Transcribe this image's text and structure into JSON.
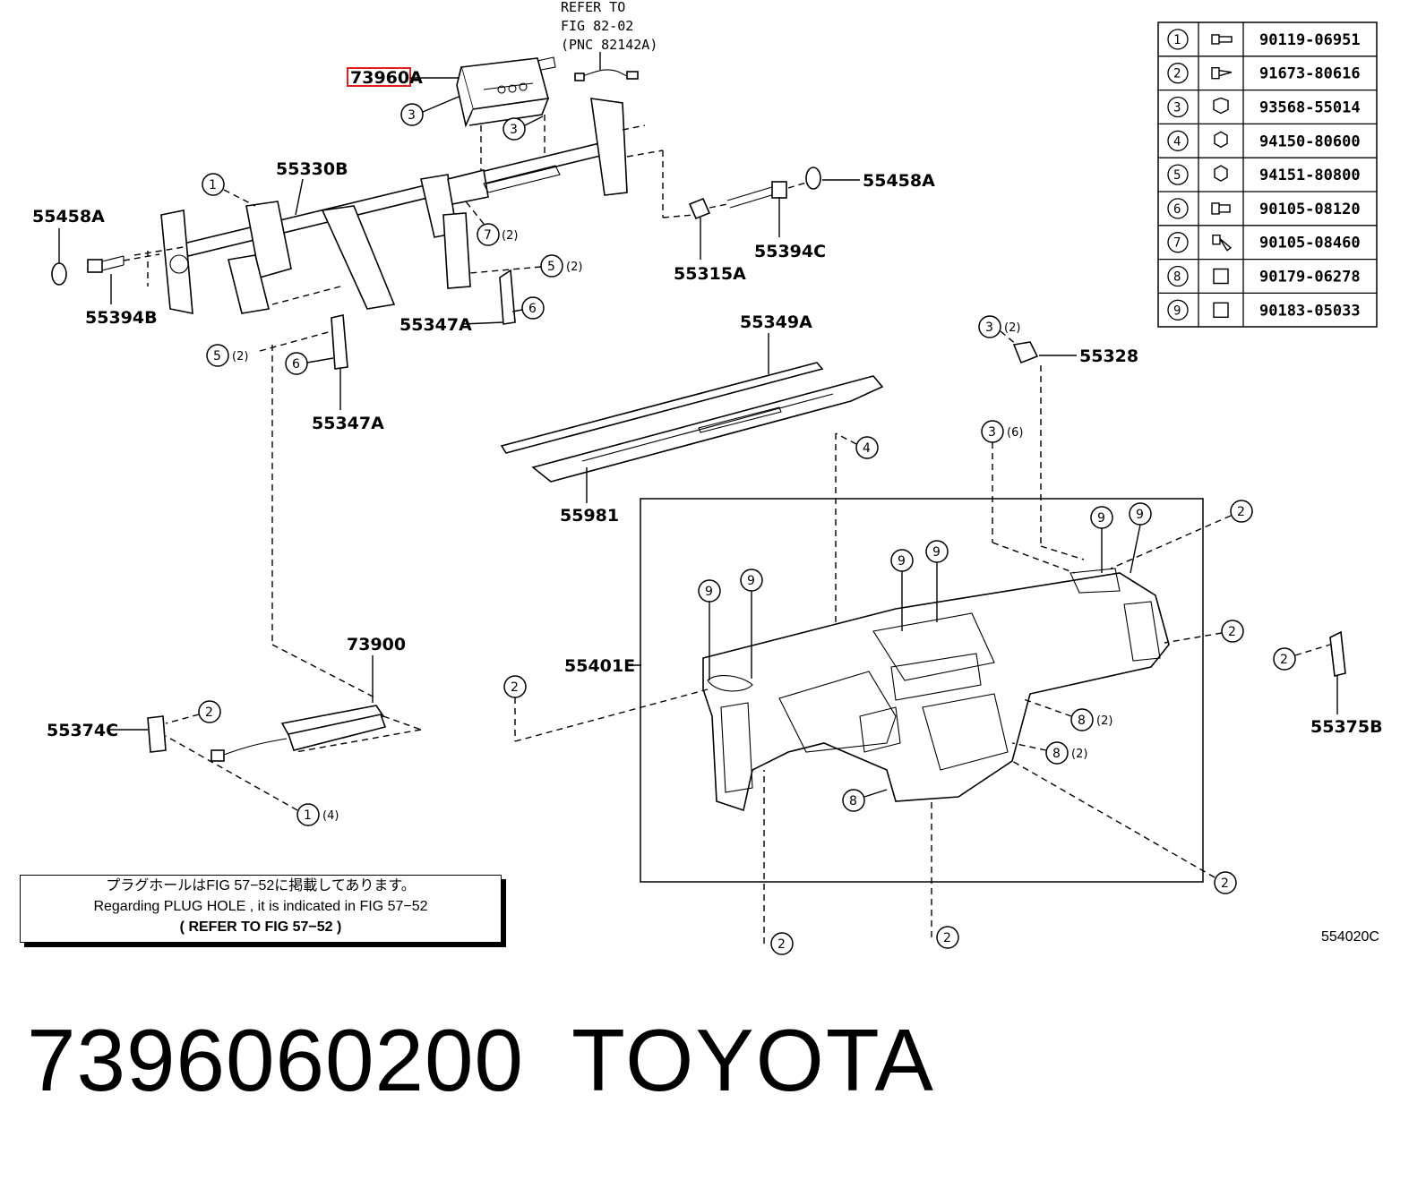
{
  "labels": {
    "airbag": "73960A",
    "reinforcement": "55330B",
    "cap_left": "55458A",
    "cap_right": "55458A",
    "bolt_left": "55394B",
    "bolt_right": "55394C",
    "collar": "55315A",
    "brace_mid": "55347A",
    "brace_left": "55347A",
    "defroster_cover": "55349A",
    "defroster_nozzle": "55981",
    "clip": "55328",
    "panel": "55401E",
    "knee_airbag": "73900",
    "bracket_left": "55374C",
    "bracket_right": "55375B"
  },
  "refer_note": [
    "REFER TO",
    "FIG 82-02",
    "(PNC 82142A)"
  ],
  "callouts": {
    "c1": "1",
    "c2": "2",
    "c3": "3",
    "c4": "4",
    "c5": "5",
    "c6": "6",
    "c7": "7",
    "c8": "8",
    "c9": "9",
    "q2": "(2)",
    "q4": "(4)",
    "q6": "(6)"
  },
  "fastener_table": [
    {
      "num": "1",
      "icon": "bolt-icon",
      "part": "90119-06951"
    },
    {
      "num": "2",
      "icon": "screw-icon",
      "part": "91673-80616"
    },
    {
      "num": "3",
      "icon": "flange-nut-icon",
      "part": "93568-55014"
    },
    {
      "num": "4",
      "icon": "nut-icon",
      "part": "94150-80600"
    },
    {
      "num": "5",
      "icon": "nut-icon",
      "part": "94151-80800"
    },
    {
      "num": "6",
      "icon": "washer-bolt-icon",
      "part": "90105-08120"
    },
    {
      "num": "7",
      "icon": "tapping-screw-icon",
      "part": "90105-08460"
    },
    {
      "num": "8",
      "icon": "clip-icon",
      "part": "90179-06278"
    },
    {
      "num": "9",
      "icon": "clip-icon",
      "part": "90183-05033"
    }
  ],
  "note": {
    "line1": "プラグホールはFIG 57−52に掲載してあります。",
    "line2": "Regarding  PLUG HOLE , it is  indicated  in  FIG 57−52",
    "line3": "(   REFER  TO  FIG  57−52   )"
  },
  "figure_code": "554020C",
  "footer": {
    "part_number": "7396060200",
    "brand": "TOYOTA"
  },
  "highlight_color": "#e02020"
}
